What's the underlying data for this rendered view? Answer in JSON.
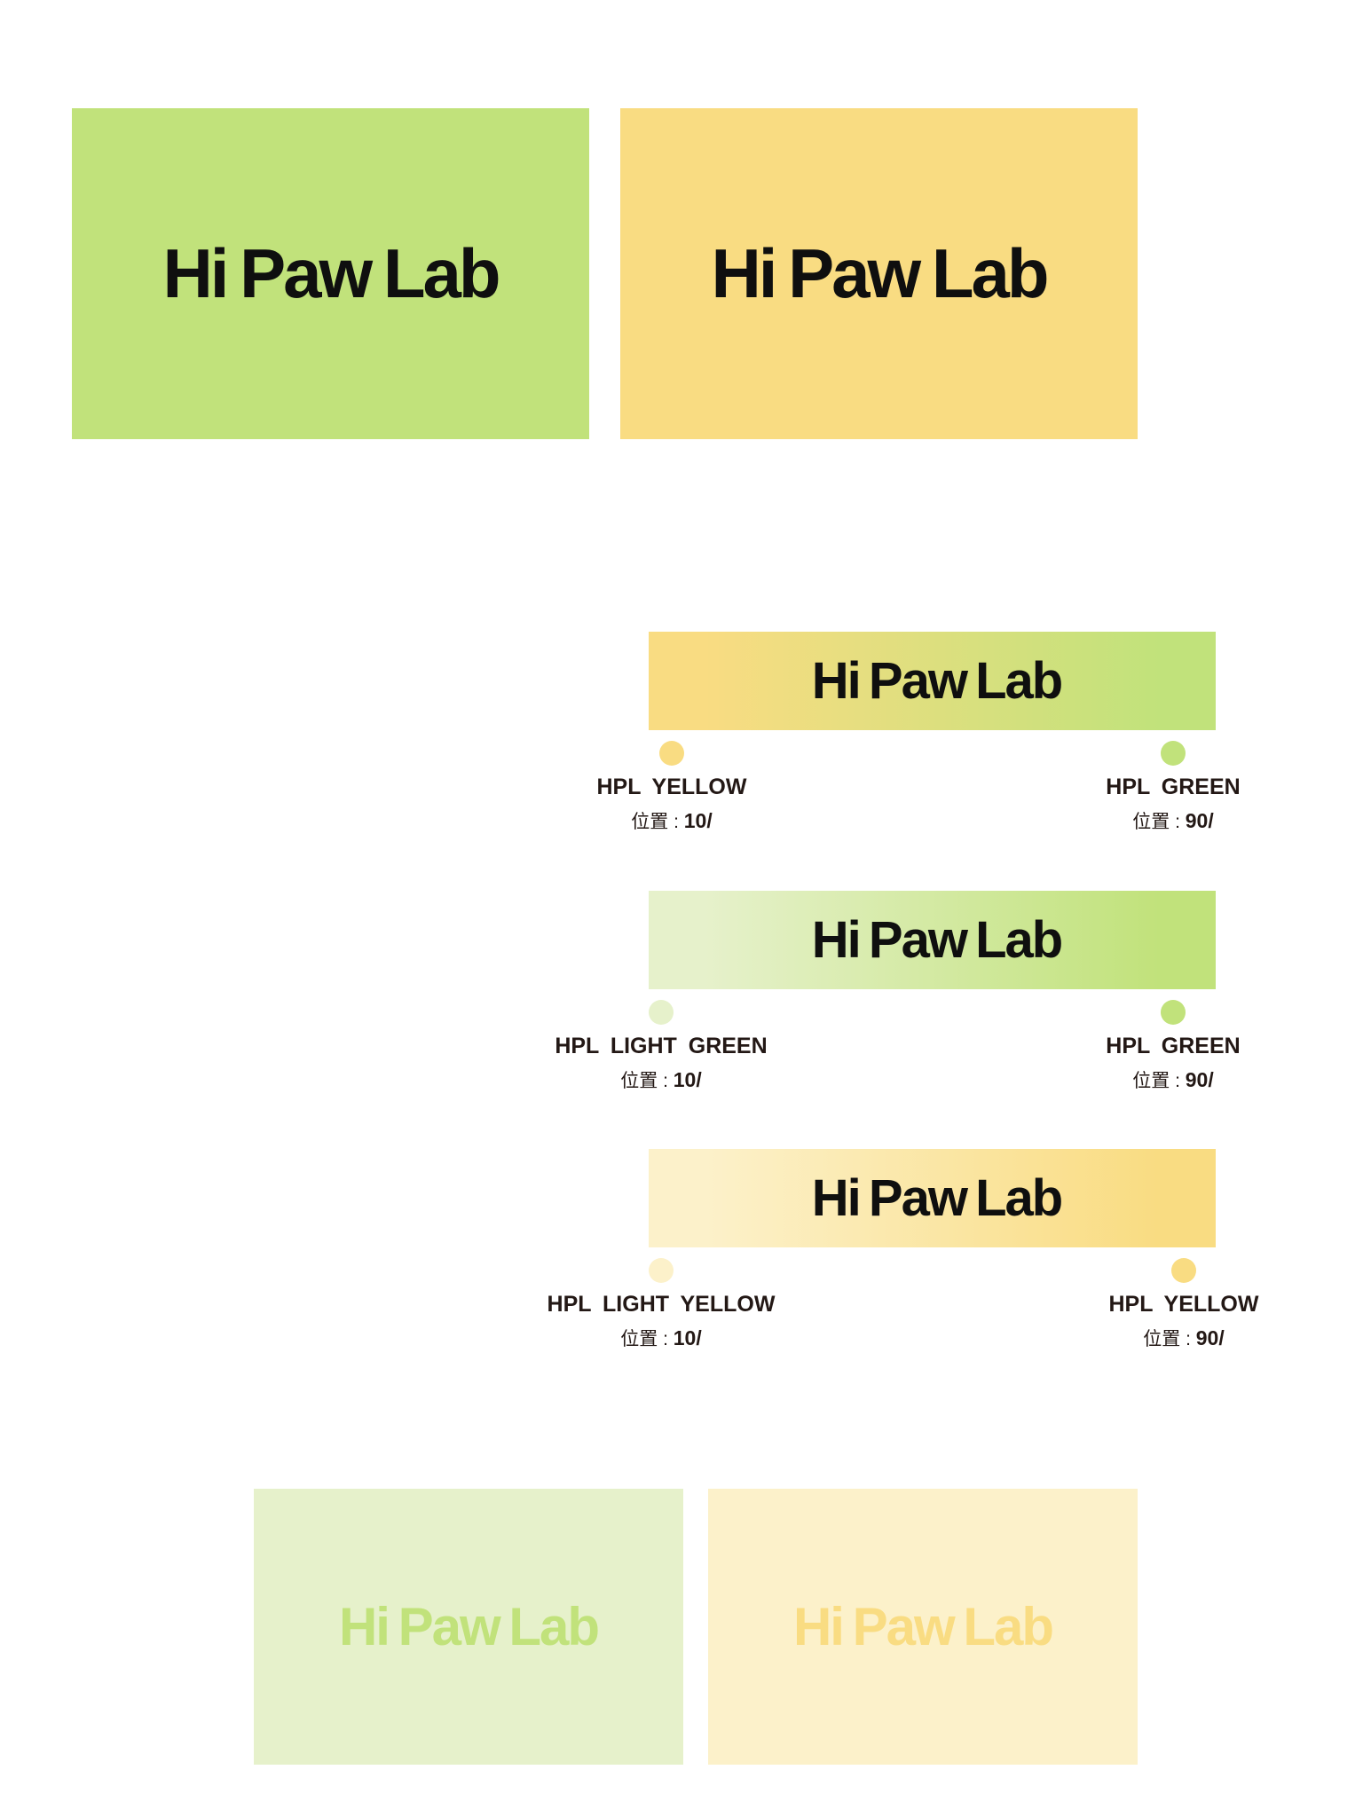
{
  "brand": {
    "name": "Hi Paw Lab"
  },
  "colors": {
    "hpl_green": "#c1e27b",
    "hpl_yellow": "#f9dc82",
    "hpl_light_green": "#e6f1cb",
    "hpl_light_yellow": "#fcf1ca",
    "logo_dark": "#0f0f0f",
    "label_text": "#231815"
  },
  "top_cards": [
    {
      "logo": "Hi Paw Lab",
      "background": "HPL GREEN"
    },
    {
      "logo": "Hi Paw Lab",
      "background": "HPL YELLOW"
    }
  ],
  "gradients": [
    {
      "logo": "Hi Paw Lab",
      "start": {
        "name": "HPL YELLOW",
        "position_label": "位置 : ",
        "position_value": "10/",
        "color": "#f9dc82"
      },
      "end": {
        "name": "HPL GREEN",
        "position_label": "位置 : ",
        "position_value": "90/",
        "color": "#c1e27b"
      }
    },
    {
      "logo": "Hi Paw Lab",
      "start": {
        "name": "HPL LIGHT GREEN",
        "position_label": "位置 : ",
        "position_value": "10/",
        "color": "#e6f1cb"
      },
      "end": {
        "name": "HPL GREEN",
        "position_label": "位置 : ",
        "position_value": "90/",
        "color": "#c1e27b"
      }
    },
    {
      "logo": "Hi Paw Lab",
      "start": {
        "name": "HPL LIGHT YELLOW",
        "position_label": "位置 : ",
        "position_value": "10/",
        "color": "#fcf1ca"
      },
      "end": {
        "name": "HPL YELLOW",
        "position_label": "位置 : ",
        "position_value": "90/",
        "color": "#f9dc82"
      }
    }
  ],
  "bottom_cards": [
    {
      "logo": "Hi Paw Lab",
      "background": "HPL LIGHT GREEN",
      "logo_color": "#c1e27b"
    },
    {
      "logo": "Hi Paw Lab",
      "background": "HPL LIGHT YELLOW",
      "logo_color": "#f9dc82"
    }
  ]
}
